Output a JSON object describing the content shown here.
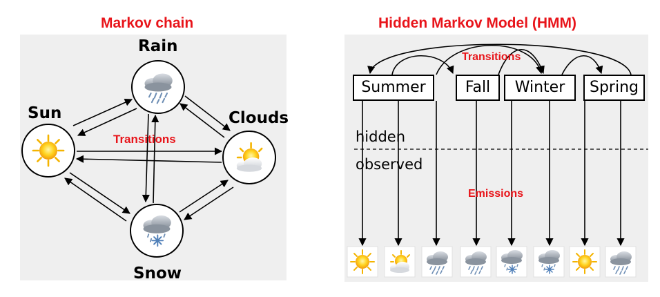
{
  "markov": {
    "title": "Markov chain",
    "transitions_label": "Transitions",
    "states": [
      "Rain",
      "Clouds",
      "Sun",
      "Snow"
    ]
  },
  "hmm": {
    "title": "Hidden Markov Model (HMM)",
    "transitions_label": "Transitions",
    "emissions_label": "Emissions",
    "hidden_label": "hidden",
    "observed_label": "observed",
    "states": [
      "Summer",
      "Fall",
      "Winter",
      "Spring"
    ],
    "observations": [
      "sun-icon",
      "sun-cloud-icon",
      "rain-icon",
      "rain-icon",
      "snow-icon",
      "snow-icon",
      "sun-icon",
      "rain-icon"
    ]
  },
  "colors": {
    "accent": "#e8141a",
    "panel": "#efefef"
  }
}
